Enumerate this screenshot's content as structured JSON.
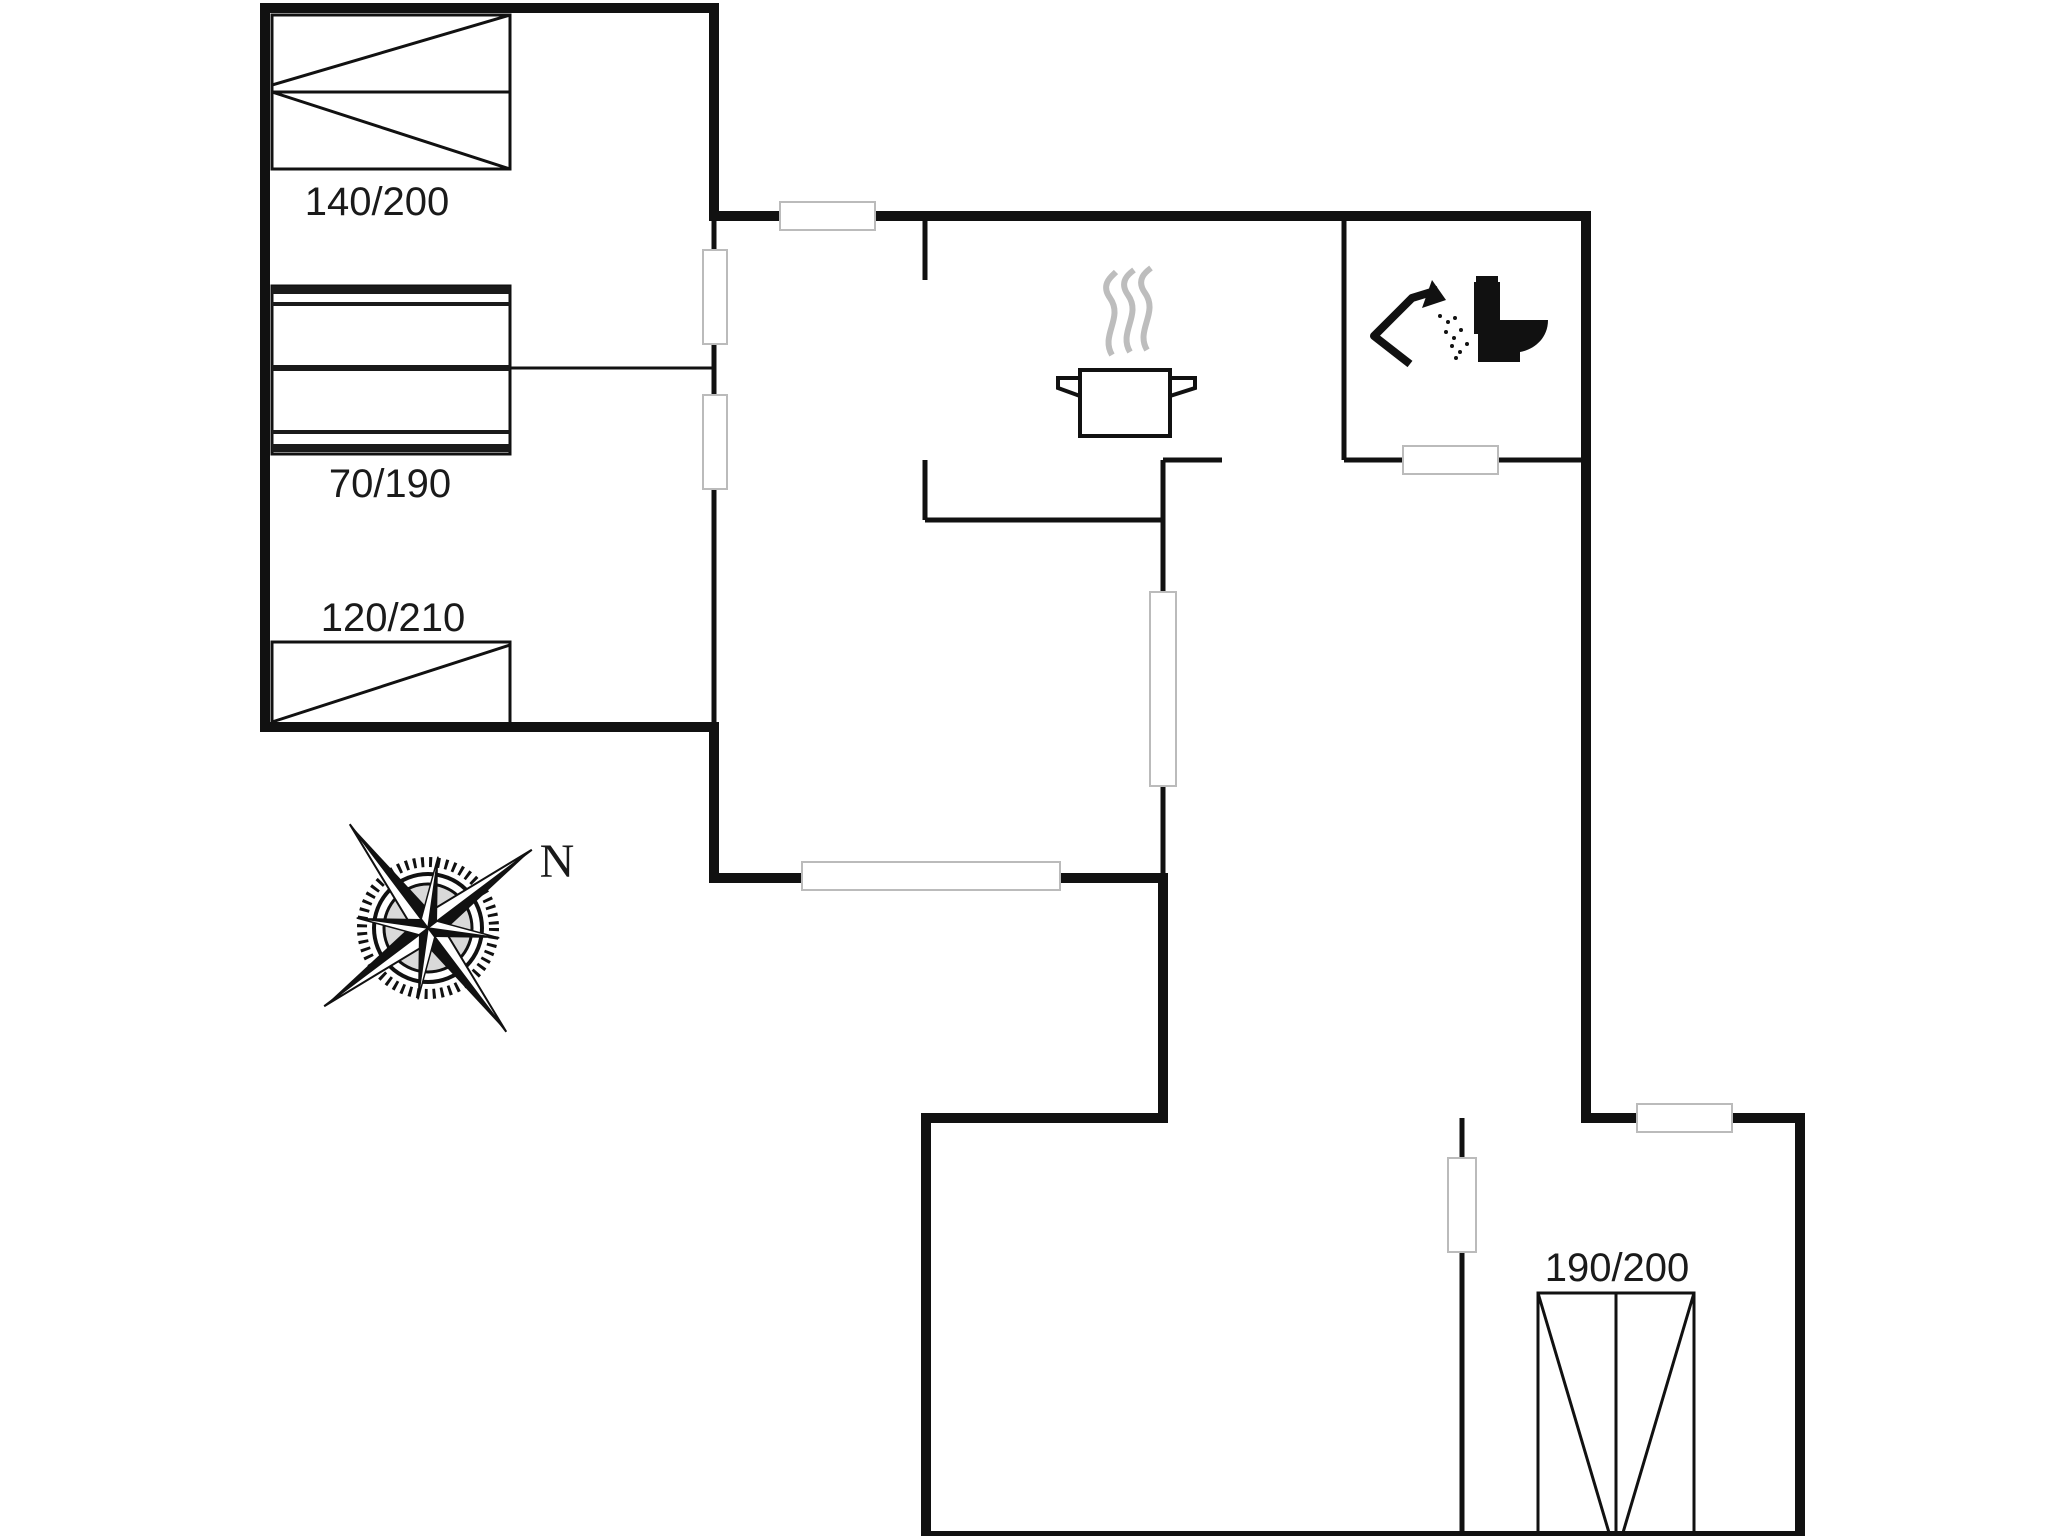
{
  "floorplan": {
    "beds": [
      {
        "label": "140/200"
      },
      {
        "label": "70/190"
      },
      {
        "label": "120/210"
      },
      {
        "label": "190/200"
      }
    ],
    "compass": {
      "north_label": "N"
    },
    "icons": [
      "stove-pot-icon",
      "shower-icon",
      "toilet-icon",
      "compass-rose-icon"
    ]
  }
}
